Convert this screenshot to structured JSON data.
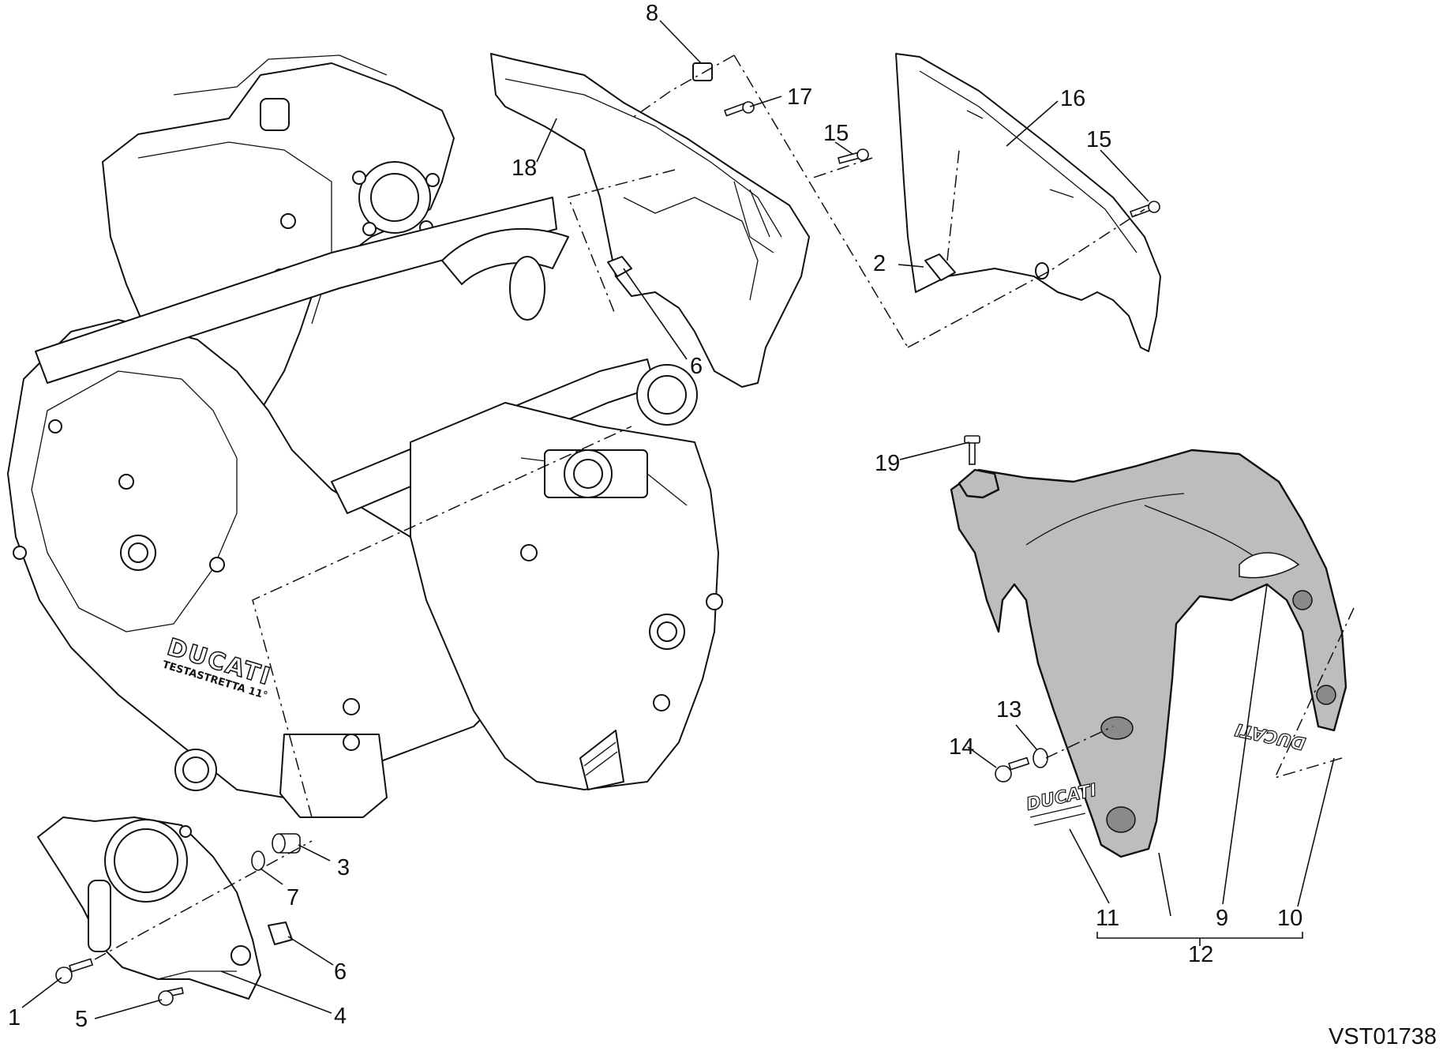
{
  "diagram": {
    "callouts": [
      {
        "id": "c1",
        "text": "1"
      },
      {
        "id": "c5",
        "text": "5"
      },
      {
        "id": "c4",
        "text": "4"
      },
      {
        "id": "c6a",
        "text": "6"
      },
      {
        "id": "c7",
        "text": "7"
      },
      {
        "id": "c3",
        "text": "3"
      },
      {
        "id": "c6b",
        "text": "6"
      },
      {
        "id": "c8",
        "text": "8"
      },
      {
        "id": "c17",
        "text": "17"
      },
      {
        "id": "c18",
        "text": "18"
      },
      {
        "id": "c15a",
        "text": "15"
      },
      {
        "id": "c16",
        "text": "16"
      },
      {
        "id": "c15b",
        "text": "15"
      },
      {
        "id": "c2",
        "text": "2"
      },
      {
        "id": "c19",
        "text": "19"
      },
      {
        "id": "c13",
        "text": "13"
      },
      {
        "id": "c14",
        "text": "14"
      },
      {
        "id": "c11",
        "text": "11"
      },
      {
        "id": "c9",
        "text": "9"
      },
      {
        "id": "c10",
        "text": "10"
      },
      {
        "id": "c12",
        "text": "12"
      }
    ],
    "logos": {
      "engine_brand": "DUCATI",
      "engine_model": "TESTASTRETTA 11°",
      "decal_11": "DUCATI",
      "decal_10": "DUCATI"
    },
    "drawing_id": "VST01738"
  }
}
